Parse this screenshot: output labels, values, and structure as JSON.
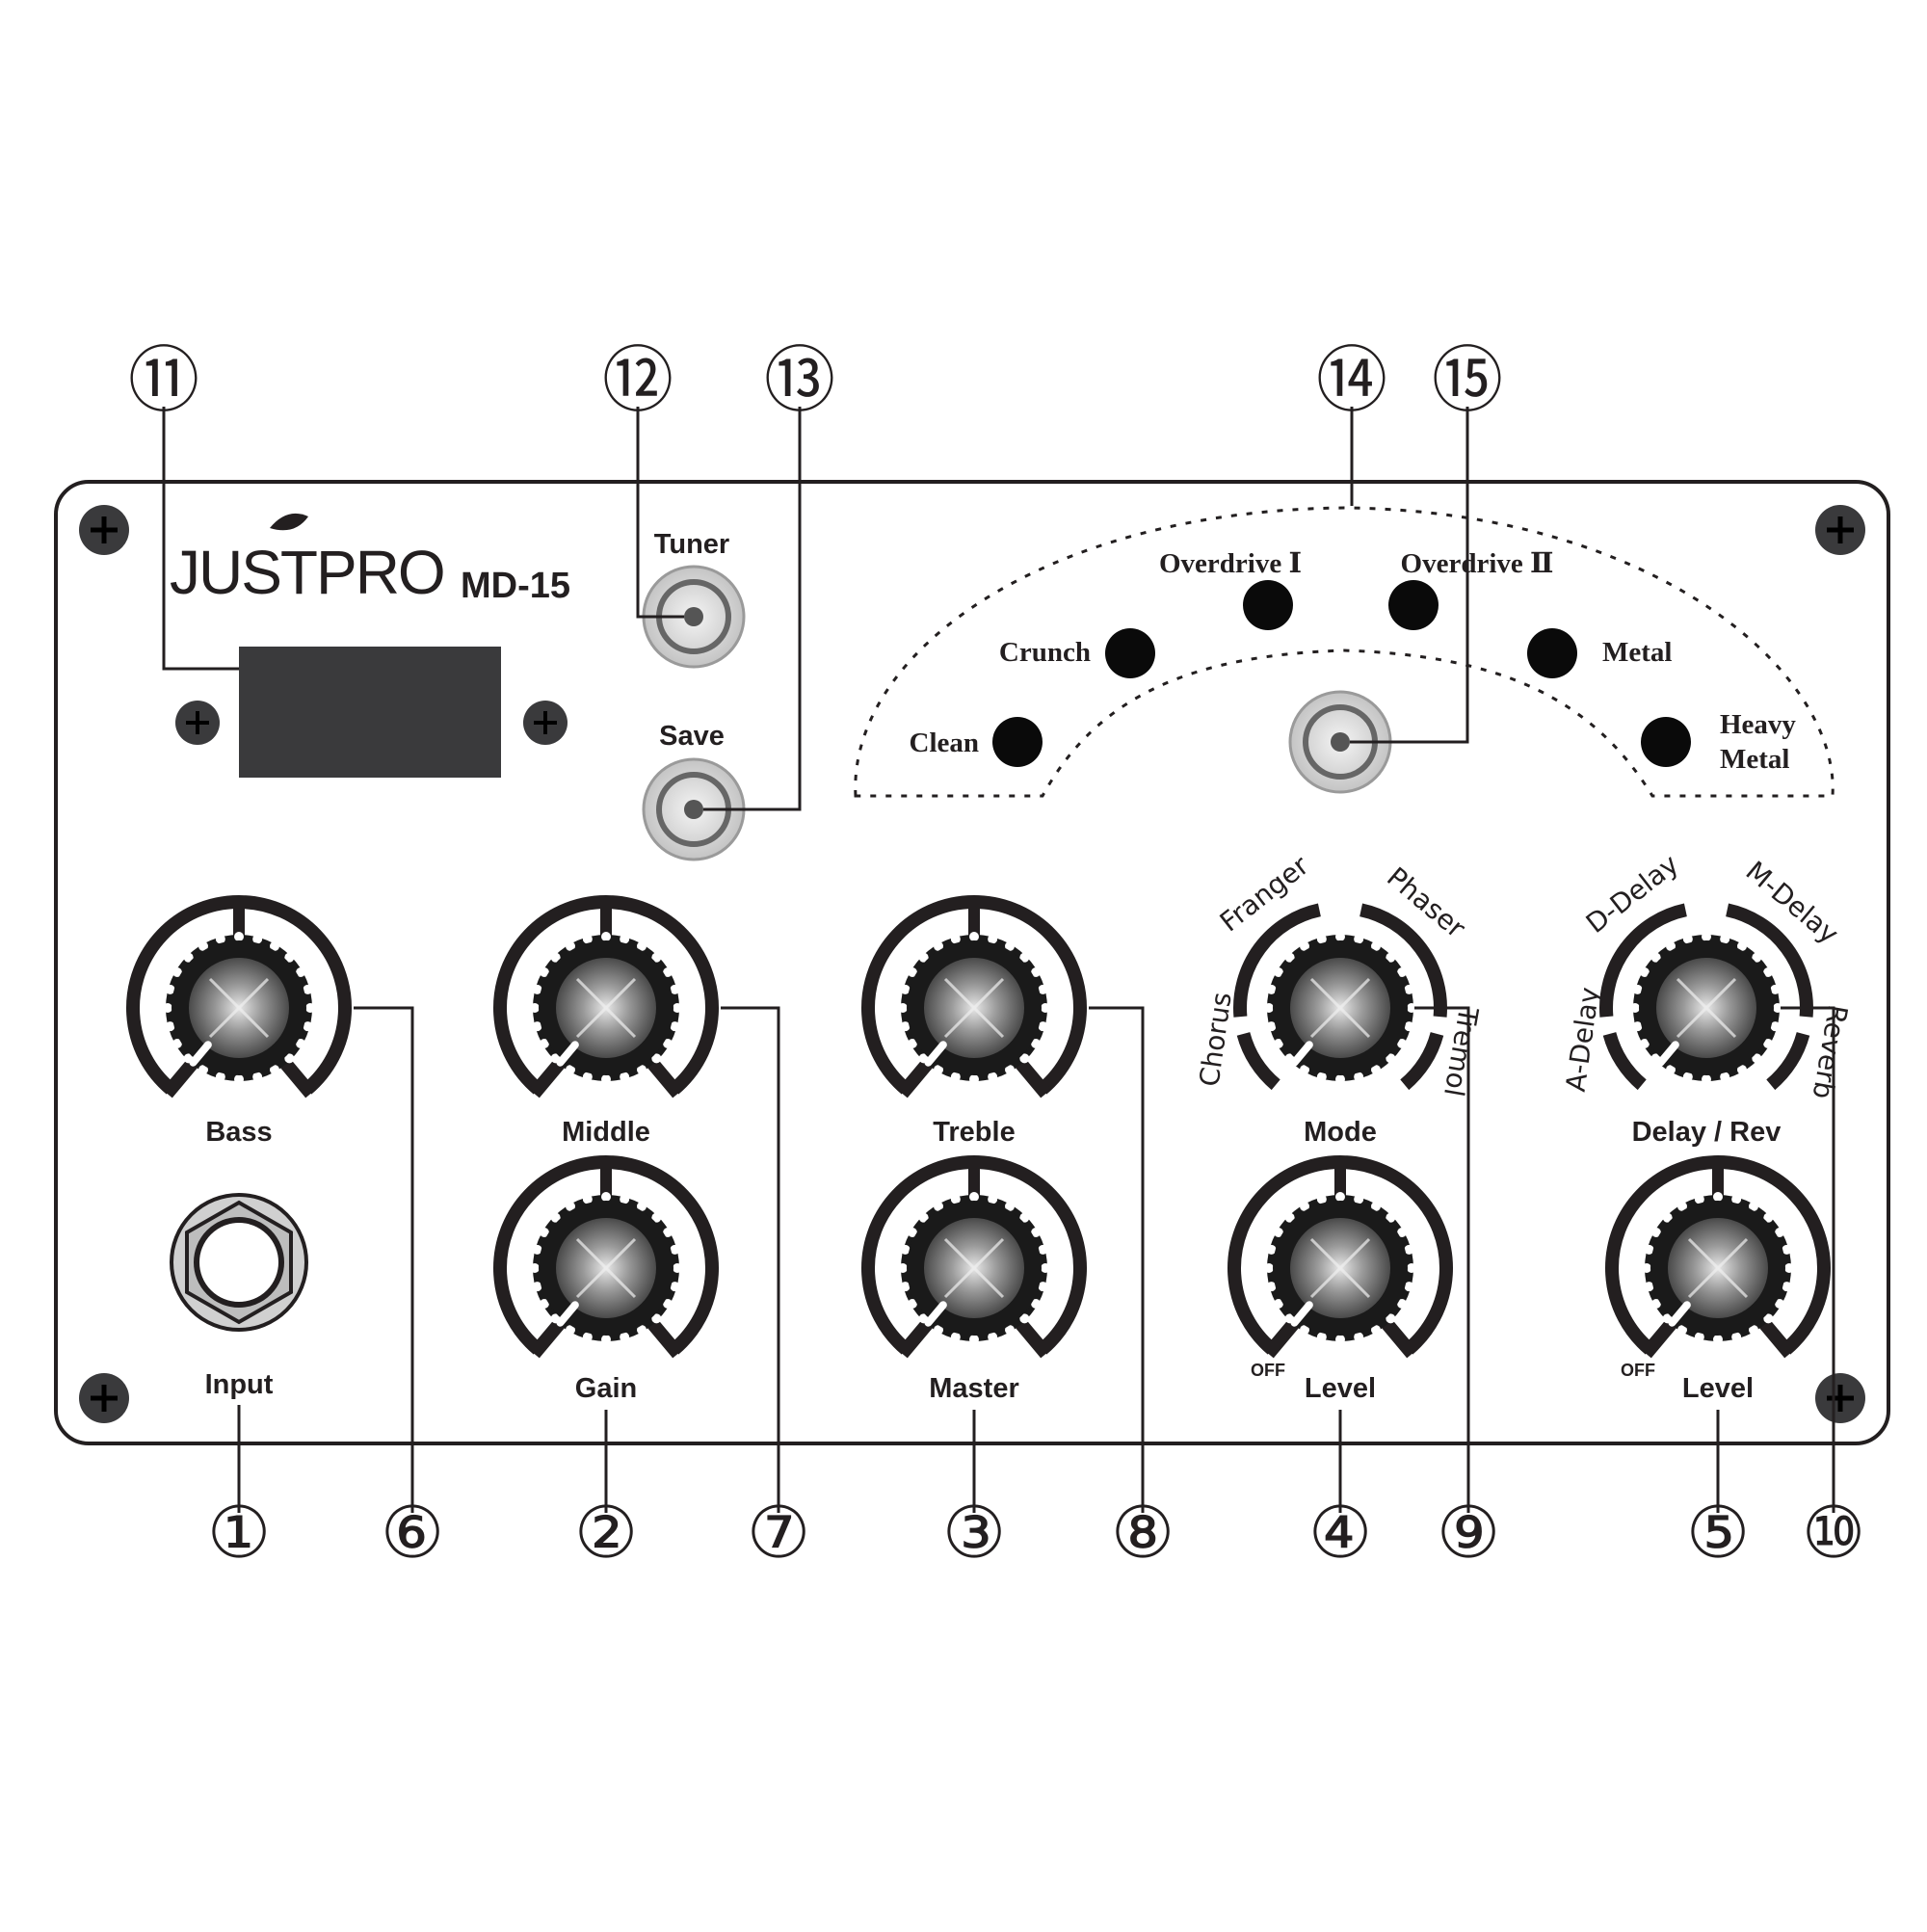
{
  "brand": {
    "logo": "JUSTPRO",
    "model": "MD-15"
  },
  "colors": {
    "ink": "#231f20",
    "screen": "#3a3a3c",
    "led": "#0a0a0a",
    "button_ring": "#c8c8c8"
  },
  "buttons": {
    "tuner": "Tuner",
    "save": "Save"
  },
  "channels": {
    "clean": "Clean",
    "crunch": "Crunch",
    "overdrive1": "Overdrive Ⅰ",
    "overdrive2": "Overdrive Ⅱ",
    "metal": "Metal",
    "heavy_metal_1": "Heavy",
    "heavy_metal_2": "Metal"
  },
  "knobs": {
    "bass": "Bass",
    "middle": "Middle",
    "treble": "Treble",
    "mode": "Mode",
    "delay_rev": "Delay / Rev",
    "gain": "Gain",
    "master": "Master",
    "level_4": "Level",
    "level_5": "Level",
    "off_4": "OFF",
    "off_5": "OFF"
  },
  "jack": {
    "input": "Input"
  },
  "mode_options": {
    "chorus": "Chorus",
    "franger": "Franger",
    "phaser": "Phaser",
    "tremol": "Tremol"
  },
  "delay_options": {
    "a_delay": "A-Delay",
    "d_delay": "D-Delay",
    "m_delay": "M-Delay",
    "reverb": "Reverb"
  },
  "callouts": {
    "n1": "①",
    "n2": "②",
    "n3": "③",
    "n4": "④",
    "n5": "⑤",
    "n6": "⑥",
    "n7": "⑦",
    "n8": "⑧",
    "n9": "⑨",
    "n10": "⑩",
    "n11": "⑪",
    "n12": "⑫",
    "n13": "⑬",
    "n14": "⑭",
    "n15": "⑮"
  }
}
